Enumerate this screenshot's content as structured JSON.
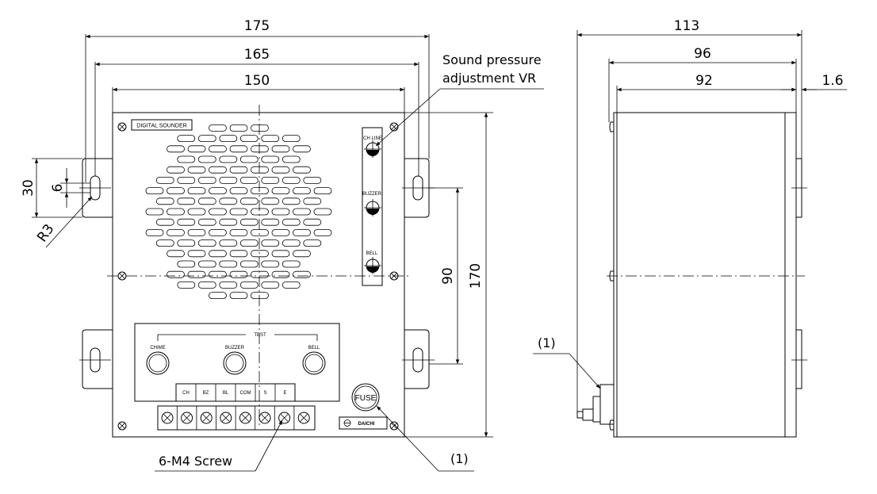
{
  "front_view": {
    "dim_overall": "175",
    "dim_mount": "165",
    "dim_body": "150",
    "dim_height": "170",
    "dim_slot_pitch": "90",
    "dim_slot_length": "30",
    "dim_slot_width": "6",
    "dim_radius": "R3",
    "nameplate": "DIGITAL SOUNDER",
    "volume_labels": [
      "CH LINE",
      "BUZZER",
      "BELL"
    ],
    "test_label": "TEST",
    "test_buttons": [
      "CHIME",
      "BUZZER",
      "BELL"
    ],
    "terminal_labels": [
      "CH",
      "BZ",
      "BL",
      "COM",
      "S",
      "E"
    ],
    "fuse_label": "FUSE",
    "brand": "DAICHI"
  },
  "side_view": {
    "dim_depth_total": "113",
    "dim_depth_96": "96",
    "dim_depth_92": "92",
    "dim_thickness": "1.6"
  },
  "callouts": {
    "sound_pressure": [
      "Sound pressure",
      "adjustment VR"
    ],
    "screw": "6-M4 Screw",
    "ref_one": "(1)"
  }
}
